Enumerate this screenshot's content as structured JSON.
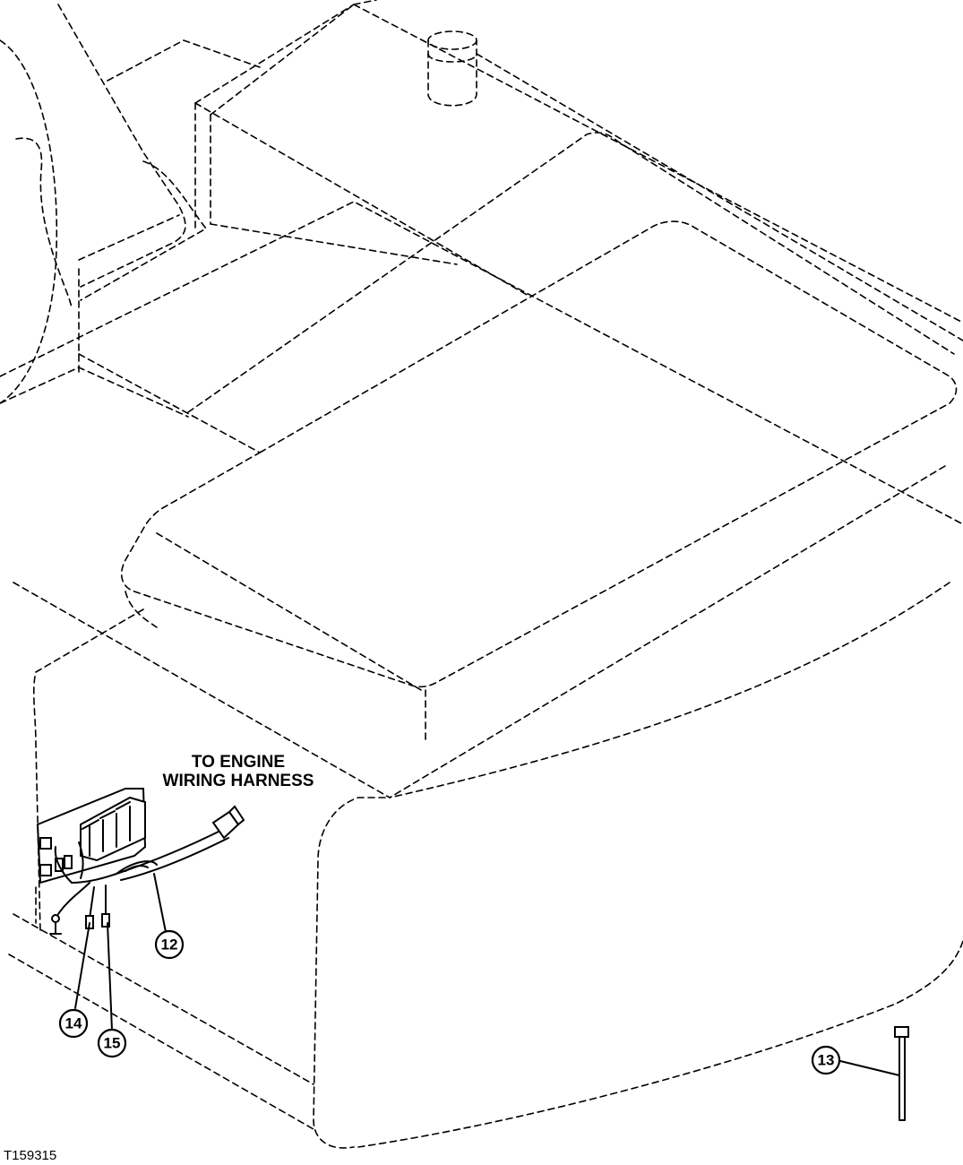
{
  "note": {
    "line1": "TO ENGINE",
    "line2": "WIRING HARNESS"
  },
  "callouts": {
    "c12": "12",
    "c13": "13",
    "c14": "14",
    "c15": "15"
  },
  "figure_id": "T159315"
}
